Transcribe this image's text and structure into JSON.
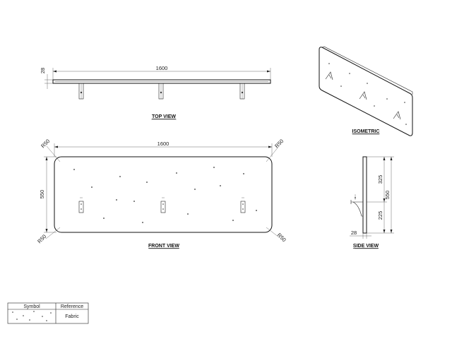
{
  "top_view": {
    "title": "TOP VIEW",
    "length_dim": "1600",
    "thickness_dim": "28"
  },
  "front_view": {
    "title": "FRONT VIEW",
    "length_dim": "1600",
    "height_dim": "550",
    "radius_tl": "R50",
    "radius_tr": "R50",
    "radius_bl": "R50",
    "radius_br": "R50"
  },
  "isometric": {
    "title": "ISOMETRIC"
  },
  "side_view": {
    "title": "SIDE VIEW",
    "height_dim": "550",
    "upper_dim": "325",
    "lower_dim": "225",
    "thickness_dim": "28"
  },
  "legend": {
    "col_symbol": "Symbol",
    "col_reference": "Reference",
    "row_reference": "Fabric"
  },
  "colors": {
    "line": "#222222",
    "background": "#ffffff"
  }
}
